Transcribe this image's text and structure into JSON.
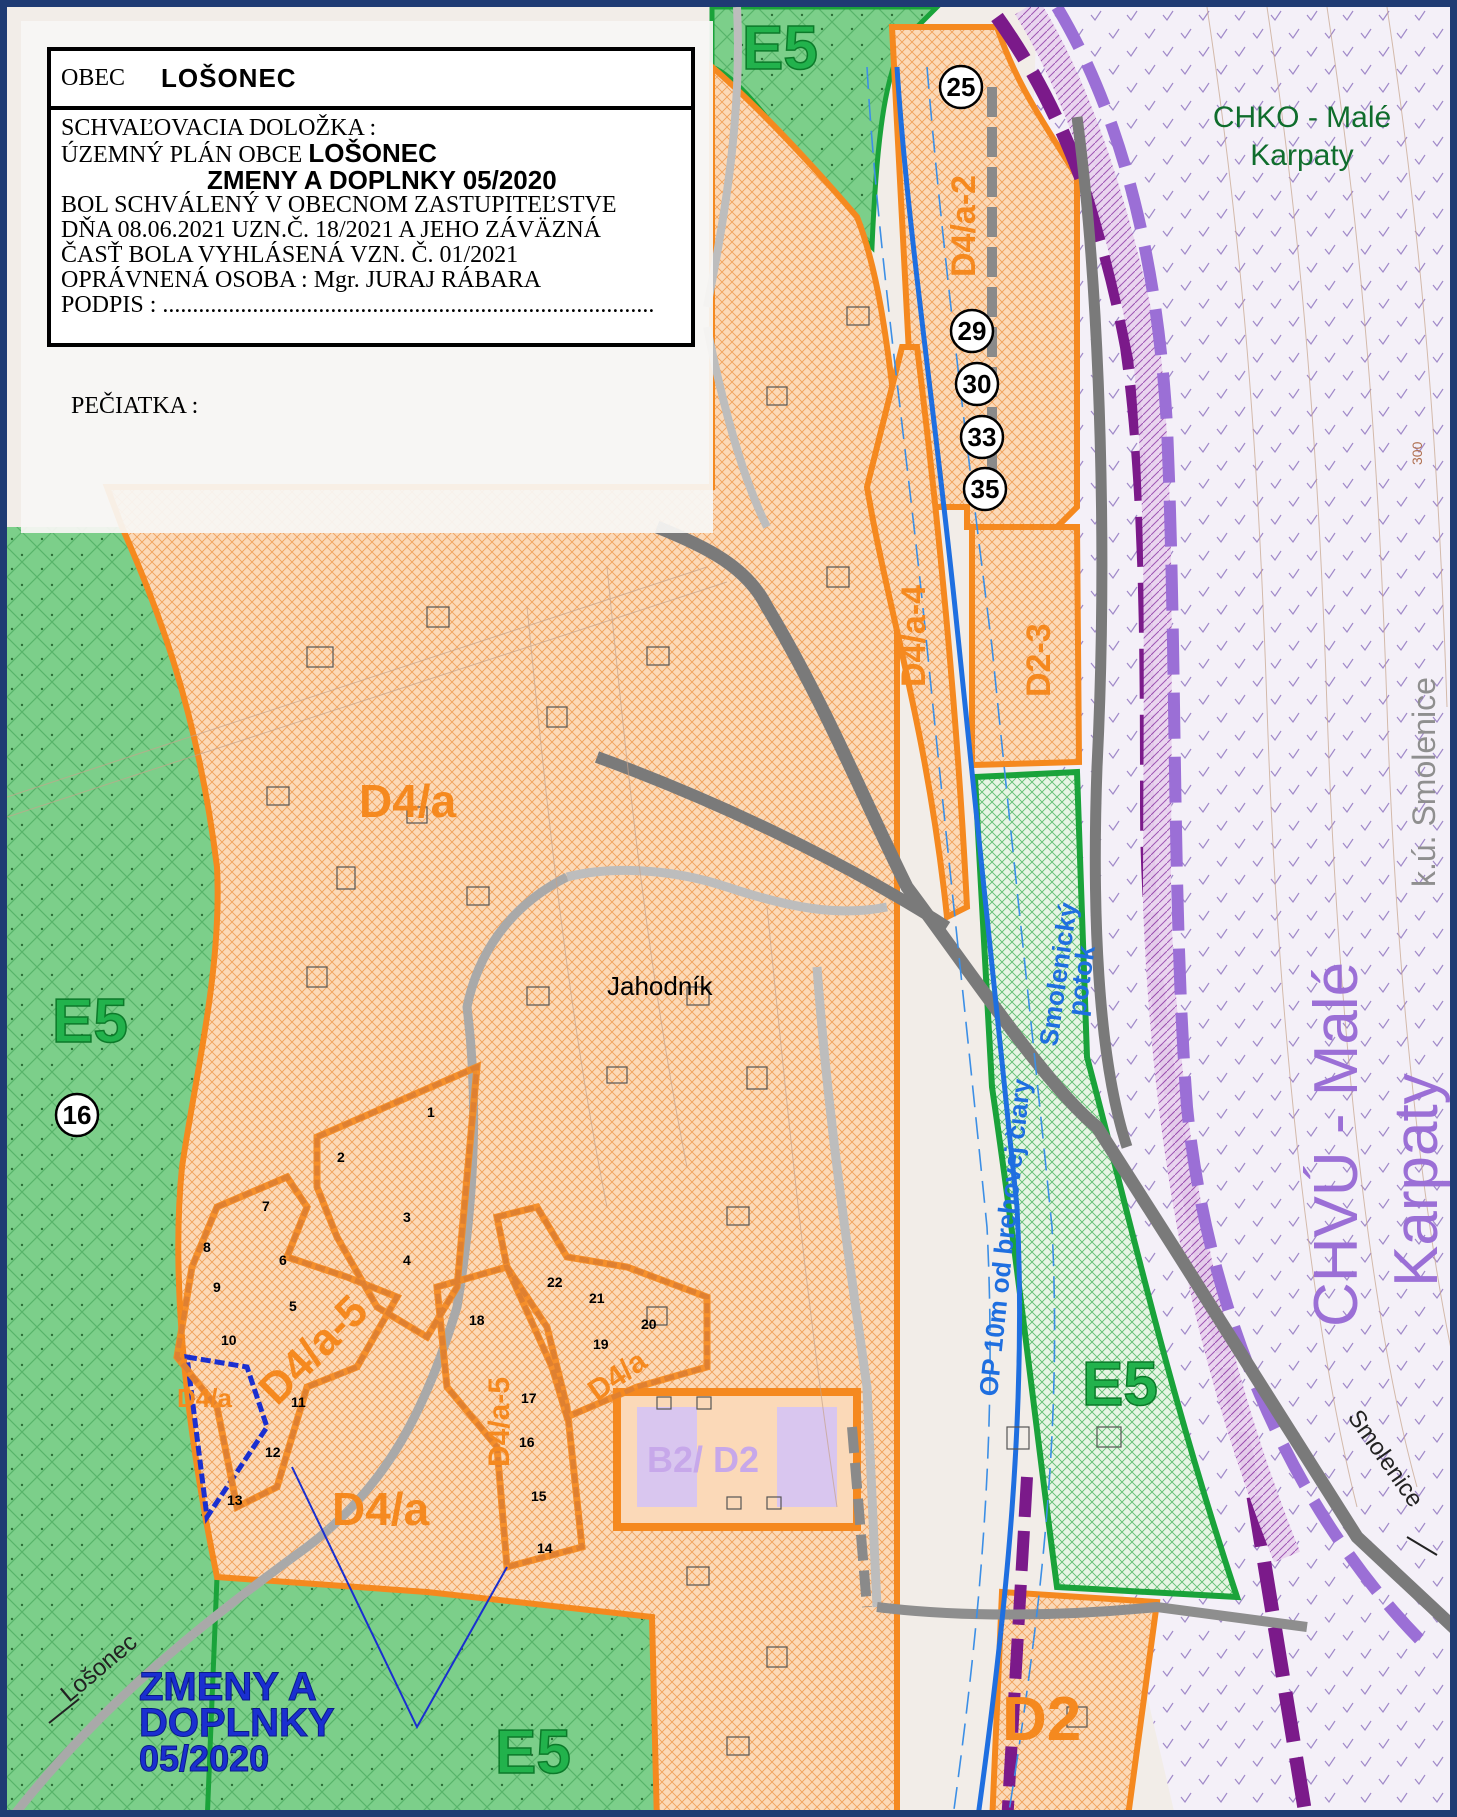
{
  "stamp": {
    "obec_label": "OBEC",
    "obec_name": "LOŠONEC",
    "line1": "SCHVAĽOVACIA DOLOŽKA :",
    "line2_a": "ÚZEMNÝ PLÁN OBCE",
    "line2_b": "LOŠONEC",
    "line3": "ZMENY A DOPLNKY 05/2020",
    "line4": "BOL SCHVÁLENÝ V OBECNOM ZASTUPITEĽSTVE",
    "line5": "DŇA 08.06.2021 UZN.Č. 18/2021 A JEHO ZÁVÄZNÁ",
    "line6": "ČASŤ BOLA VYHLÁSENÁ VZN. Č. 01/2021",
    "line7": "OPRÁVNENÁ OSOBA :  Mgr. JURAJ RÁBARA",
    "line8": "PODPIS : ..................................................................................",
    "seal": "PEČIATKA :"
  },
  "map": {
    "chko": "CHKO - Malé Karpaty",
    "chko_l1": "CHKO - Malé",
    "chko_l2": "Karpaty",
    "chvu_l1": "CHVÚ - Malé",
    "chvu_l2": "Karpaty",
    "ku": "k.ú. Smolenice",
    "place": "Jahodník",
    "stream_l1": "Smolenický",
    "stream_l2": "potok",
    "op_line": "OP 10m od brehovej čiary",
    "road_left": "Lošonec",
    "road_right": "Smolenice",
    "elev": "300",
    "zones": {
      "e5": "E5",
      "d4a": "D4/a",
      "d4a2": "D4/a-2",
      "d4a4": "D4/a-4",
      "d4a5": "D4/a-5",
      "d23": "D2-3",
      "d2": "D2",
      "b2d2": "B2/ D2"
    },
    "badges": [
      "25",
      "29",
      "30",
      "33",
      "35",
      "16"
    ],
    "plots": [
      "1",
      "2",
      "3",
      "4",
      "5",
      "6",
      "7",
      "8",
      "9",
      "10",
      "11",
      "12",
      "13",
      "14",
      "15",
      "16",
      "17",
      "18",
      "19",
      "20",
      "21",
      "22"
    ],
    "legend_l1": "ZMENY A",
    "legend_l2": "DOPLNKY",
    "legend_l3": "05/2020"
  },
  "colors": {
    "border": "#1f3b73",
    "orange_zone": "#f5891f",
    "green_zone": "#22b24c",
    "blue_change": "#1a2fd0",
    "purple_boundary": "#7b1a8a",
    "lilac_chvu": "#9b6fd6"
  }
}
